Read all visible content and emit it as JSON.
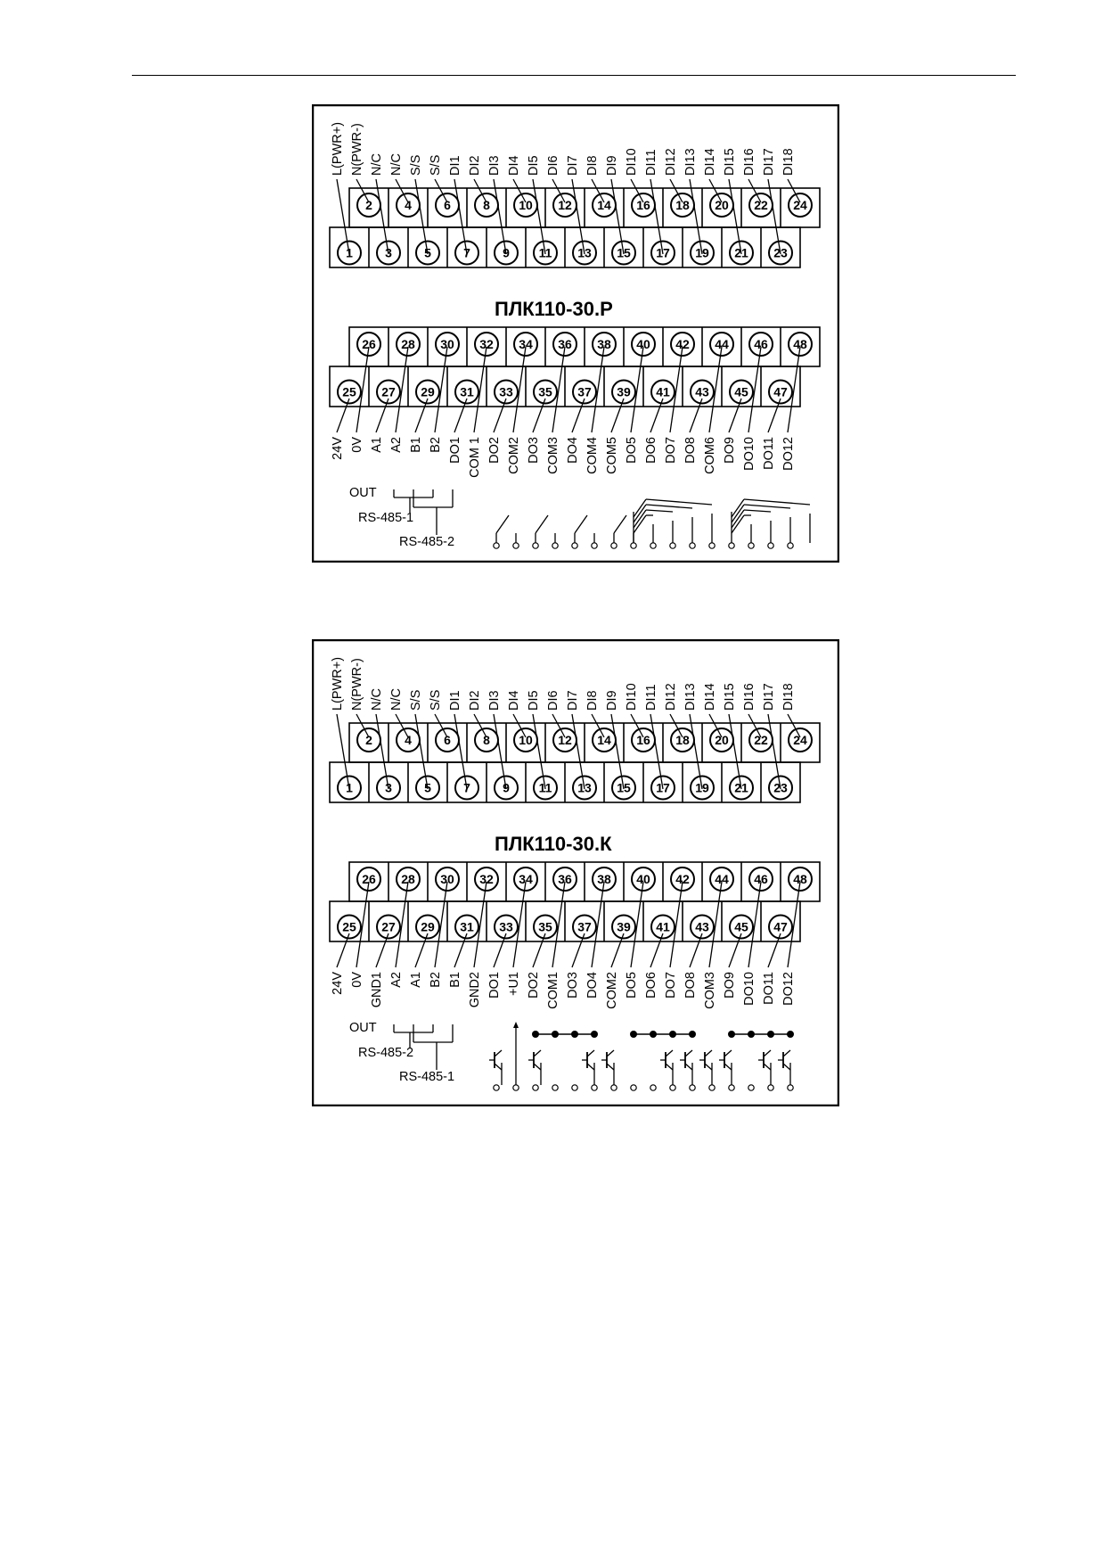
{
  "diagrams": [
    {
      "id": "relay",
      "title": "ПЛК110-30.Р",
      "top_labels": [
        "L(PWR+)",
        "N(PWR-)",
        "N/C",
        "N/C",
        "S/S",
        "S/S",
        "DI1",
        "DI2",
        "DI3",
        "DI4",
        "DI5",
        "DI6",
        "DI7",
        "DI8",
        "DI9",
        "DI10",
        "DI11",
        "DI12",
        "DI13",
        "DI14",
        "DI15",
        "DI16",
        "DI17",
        "DI18"
      ],
      "top_row_upper": [
        "2",
        "4",
        "6",
        "8",
        "10",
        "12",
        "14",
        "16",
        "18",
        "20",
        "22",
        "24"
      ],
      "top_row_lower": [
        "1",
        "3",
        "5",
        "7",
        "9",
        "11",
        "13",
        "15",
        "17",
        "19",
        "21",
        "23"
      ],
      "bottom_row_upper": [
        "26",
        "28",
        "30",
        "32",
        "34",
        "36",
        "38",
        "40",
        "42",
        "44",
        "46",
        "48"
      ],
      "bottom_row_lower": [
        "25",
        "27",
        "29",
        "31",
        "33",
        "35",
        "37",
        "39",
        "41",
        "43",
        "45",
        "47"
      ],
      "bottom_labels": [
        "24V",
        "0V",
        "A1",
        "A2",
        "B1",
        "B2",
        "DO1",
        "COM 1",
        "DO2",
        "COM2",
        "DO3",
        "COM3",
        "DO4",
        "COM4",
        "COM5",
        "DO5",
        "DO6",
        "DO7",
        "DO8",
        "COM6",
        "DO9",
        "DO10",
        "DO11",
        "DO12"
      ],
      "side_labels": {
        "out": "OUT",
        "bus1": "RS-485-1",
        "bus2": "RS-485-2"
      },
      "output_type": "relay"
    },
    {
      "id": "transistor",
      "title": "ПЛК110-30.К",
      "top_labels": [
        "L(PWR+)",
        "N(PWR-)",
        "N/C",
        "N/C",
        "S/S",
        "S/S",
        "DI1",
        "DI2",
        "DI3",
        "DI4",
        "DI5",
        "DI6",
        "DI7",
        "DI8",
        "DI9",
        "DI10",
        "DI11",
        "DI12",
        "DI13",
        "DI14",
        "DI15",
        "DI16",
        "DI17",
        "DI18"
      ],
      "top_row_upper": [
        "2",
        "4",
        "6",
        "8",
        "10",
        "12",
        "14",
        "16",
        "18",
        "20",
        "22",
        "24"
      ],
      "top_row_lower": [
        "1",
        "3",
        "5",
        "7",
        "9",
        "11",
        "13",
        "15",
        "17",
        "19",
        "21",
        "23"
      ],
      "bottom_row_upper": [
        "26",
        "28",
        "30",
        "32",
        "34",
        "36",
        "38",
        "40",
        "42",
        "44",
        "46",
        "48"
      ],
      "bottom_row_lower": [
        "25",
        "27",
        "29",
        "31",
        "33",
        "35",
        "37",
        "39",
        "41",
        "43",
        "45",
        "47"
      ],
      "bottom_labels": [
        "24V",
        "0V",
        "GND1",
        "A2",
        "A1",
        "B2",
        "B1",
        "GND2",
        "DO1",
        "+U1",
        "DO2",
        "COM1",
        "DO3",
        "DO4",
        "COM2",
        "DO5",
        "DO6",
        "DO7",
        "DO8",
        "COM3",
        "DO9",
        "DO10",
        "DO11",
        "DO12"
      ],
      "side_labels": {
        "out": "OUT",
        "bus1": "RS-485-2",
        "bus2": "RS-485-1"
      },
      "output_type": "transistor"
    }
  ]
}
